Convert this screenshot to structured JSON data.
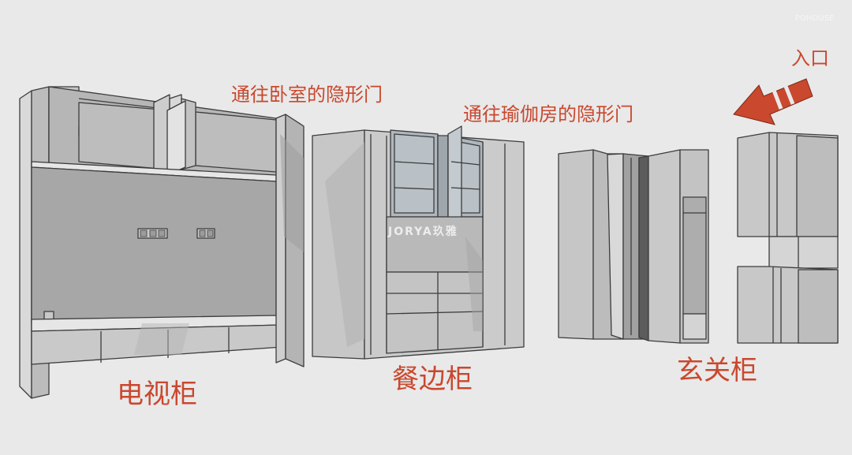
{
  "colors": {
    "background": "#e9e9e9",
    "annotation": "#c9482e",
    "panel": "#c9c9c9",
    "panel_dark": "#a9a9a9",
    "panel_light": "#dcdcdc",
    "stroke": "#3c3c3c",
    "glass": "#aeb7bd"
  },
  "labels": {
    "tv_cabinet": "电视柜",
    "sideboard": "餐边柜",
    "entry_cabinet": "玄关柜",
    "door_bedroom": "通往卧室的隐形门",
    "door_yoga": "通往瑜伽房的隐形门",
    "entrance": "入口"
  },
  "watermark": {
    "brand": "JORYA玖雅",
    "corner": "POHOUSE"
  },
  "icons": {
    "entrance_arrow": "arrow-icon"
  }
}
